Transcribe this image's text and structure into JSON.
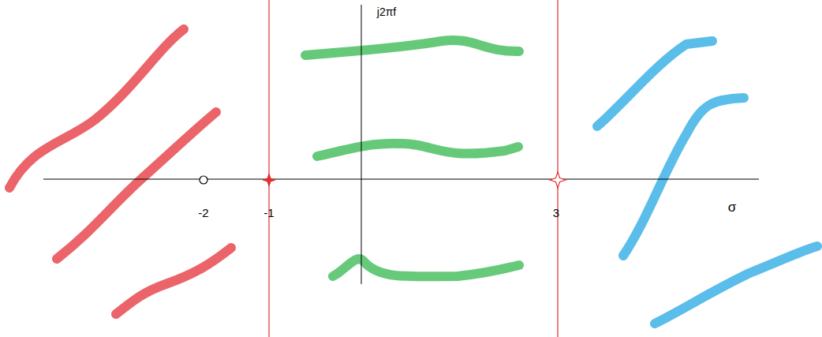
{
  "diagram": {
    "labels": [
      "j2πf",
      "-2",
      "-1",
      "3",
      "σ"
    ]
  }
}
